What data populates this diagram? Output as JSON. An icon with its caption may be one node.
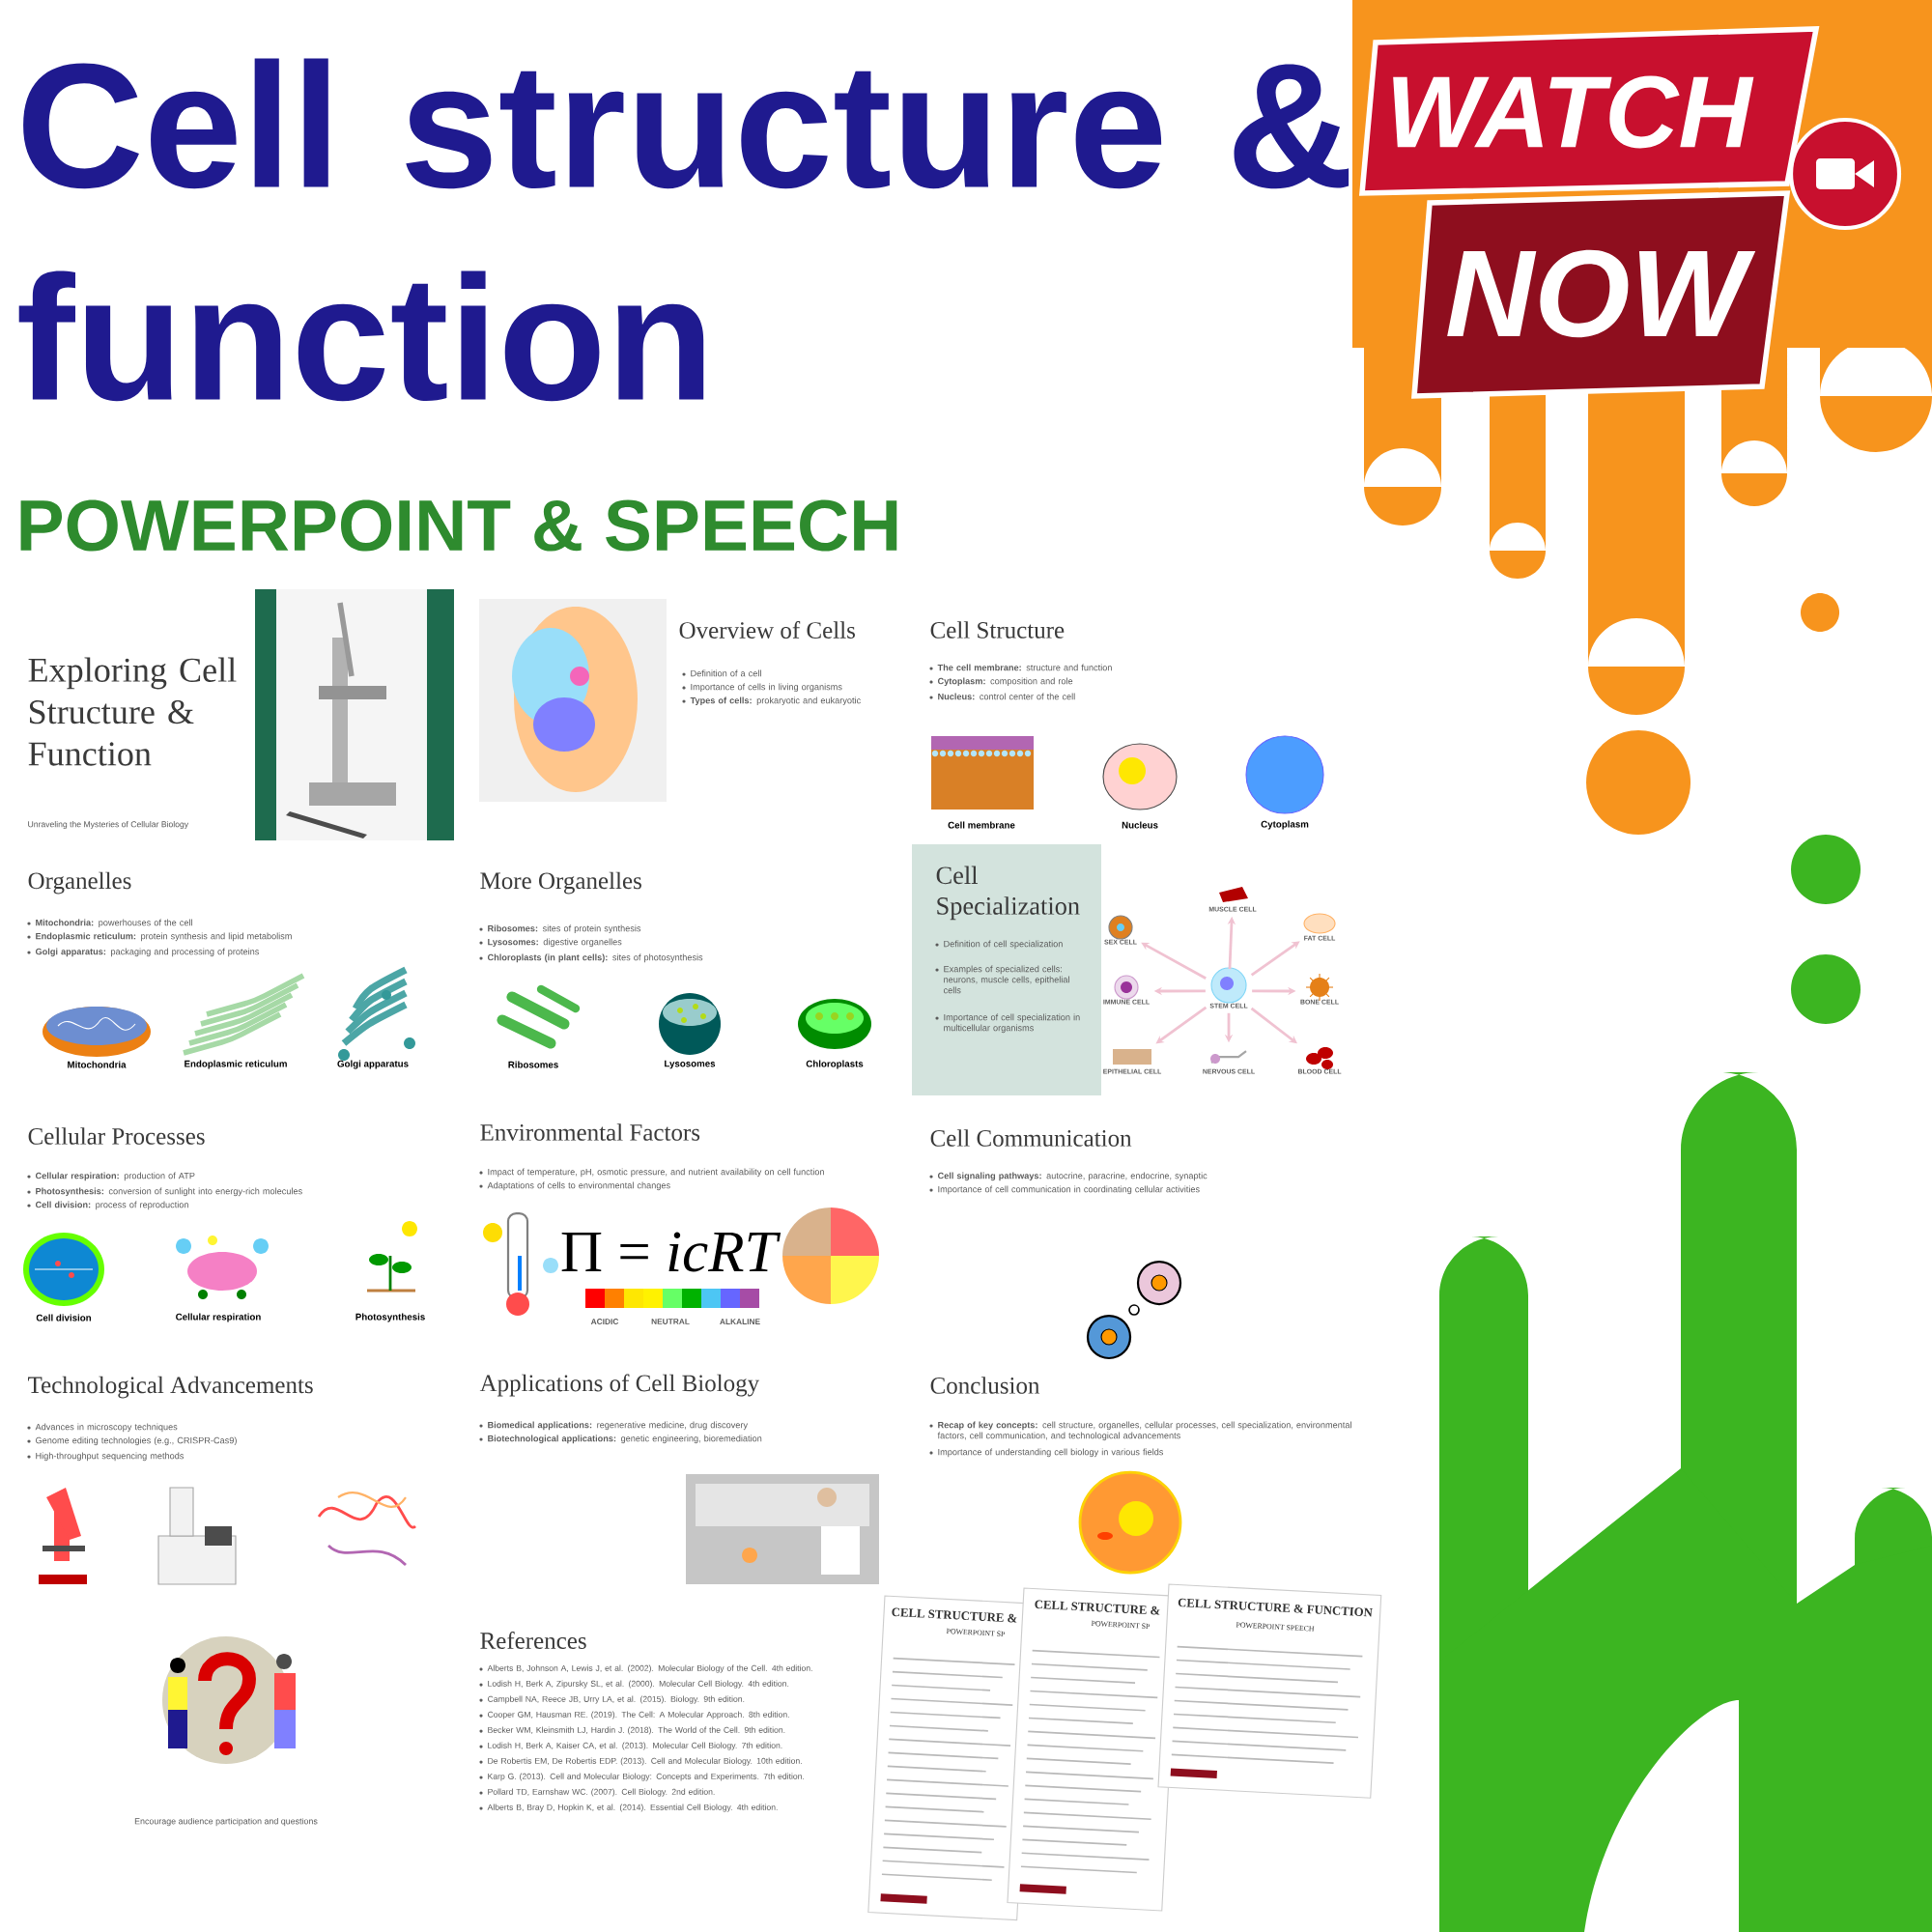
{
  "diagram": {
    "title": "Cell structure & function",
    "nodes": [
      {
        "text": [
          "SEX CELL"
        ]
      },
      {
        "text": [
          "MUSCLE CELL"
        ]
      },
      {
        "text": [
          "FAT CELL"
        ]
      },
      {
        "text": [
          "IMMUNE CELL"
        ]
      },
      {
        "text": [
          "STEM CELL"
        ]
      },
      {
        "text": [
          "BONE CELL"
        ]
      },
      {
        "text": [
          "EPITHELIAL CELL"
        ]
      },
      {
        "text": [
          "NERVOUS CELL"
        ]
      },
      {
        "text": [
          "BLOOD CELL"
        ]
      }
    ],
    "edges": [
      {
        "from": 4,
        "to": 0,
        "arrow": "to"
      },
      {
        "from": 4,
        "to": 1,
        "arrow": "to"
      },
      {
        "from": 4,
        "to": 2,
        "arrow": "to"
      },
      {
        "from": 4,
        "to": 3,
        "arrow": "to"
      },
      {
        "from": 4,
        "to": 5,
        "arrow": "to"
      },
      {
        "from": 4,
        "to": 6,
        "arrow": "to"
      },
      {
        "from": 4,
        "to": 7,
        "arrow": "to"
      },
      {
        "from": 4,
        "to": 8,
        "arrow": "to"
      }
    ],
    "labels": [
      "POWERPOINT & SPEECH",
      "WATCH",
      "NOW",
      "Exploring Cell Structure & Function",
      "Unraveling the Mysteries of Cellular Biology",
      "Overview of Cells",
      "Definition of a cell",
      "Importance of cells in living organisms",
      "**Types of cells:** prokaryotic and eukaryotic",
      "Cell Structure",
      "**The cell membrane:** structure and function",
      "**Cytoplasm:** composition and role",
      "**Nucleus:** control center of the cell",
      "Cell membrane",
      "Nucleus",
      "Cytoplasm",
      "Organelles",
      "**Mitochondria:** powerhouses of the cell",
      "**Endoplasmic reticulum:** protein synthesis and lipid metabolism",
      "**Golgi apparatus:** packaging and processing of proteins",
      "Mitochondria",
      "Endoplasmic reticulum",
      "Golgi apparatus",
      "More Organelles",
      "**Ribosomes:** sites of protein synthesis",
      "**Lysosomes:** digestive organelles",
      "**Chloroplasts (in plant cells):** sites of photosynthesis",
      "Ribosomes",
      "Lysosomes",
      "Chloroplasts",
      "Cell Specialization",
      "Definition of cell specialization",
      "Examples of specialized cells: neurons, muscle cells, epithelial cells",
      "Importance of cell specialization in multicellular organisms",
      "Cellular Processes",
      "**Cellular respiration:** production of ATP",
      "**Photosynthesis:** conversion of sunlight into energy-rich molecules",
      "**Cell division:** process of reproduction",
      "Cell division",
      "Cellular respiration",
      "Photosynthesis",
      "Environmental Factors",
      "Impact of temperature, pH, osmotic pressure, and nutrient availability on cell function",
      "Adaptations of cells to environmental changes",
      "Π = *icRT*",
      "ACIDIC",
      "NEUTRAL",
      "ALKALINE",
      "Cell Communication",
      "**Cell signaling pathways:** autocrine, paracrine, endocrine, synaptic",
      "Importance of cell communication in coordinating cellular activities",
      "Technological Advancements",
      "Advances in microscopy techniques",
      "Genome editing technologies (e.g., CRISPR-Cas9)",
      "High-throughput sequencing methods",
      "Applications of Cell Biology",
      "**Biomedical applications:** regenerative medicine, drug discovery",
      "**Biotechnological applications:** genetic engineering, bioremediation",
      "Conclusion",
      "**Recap of key concepts:** cell structure, organelles, cellular processes, cell specialization, environmental factors, cell communication, and technological advancements",
      "Importance of understanding cell biology in various fields",
      "Encourage audience participation and questions",
      "References",
      "Alberts B, Johnson A, Lewis J, et al. (2002). Molecular Biology of the Cell. 4th edition.",
      "Lodish H, Berk A, Zipursky SL, et al. (2000). Molecular Cell Biology. 4th edition.",
      "Campbell NA, Reece JB, Urry LA, et al. (2015). Biology. 9th edition.",
      "Cooper GM, Hausman RE. (2019). The Cell: A Molecular Approach. 8th edition.",
      "Becker WM, Kleinsmith LJ, Hardin J. (2018). The World of the Cell. 9th edition.",
      "Lodish H, Berk A, Kaiser CA, et al. (2013). Molecular Cell Biology. 7th edition.",
      "De Robertis EM, De Robertis EDP. (2013). Cell and Molecular Biology. 10th edition.",
      "Karp G. (2013). Cell and Molecular Biology: Concepts and Experiments. 7th edition.",
      "Pollard TD, Earnshaw WC. (2007). Cell Biology. 2nd edition.",
      "Alberts B, Bray D, Hopkin K, et al. (2014). Essential Cell Biology. 4th edition.",
      "CELL STRUCTURE &",
      "POWERPOINT SP",
      "CELL STRUCTURE &",
      "POWERPOINT SP",
      "CELL STRUCTURE & FUNCTION",
      "POWERPOINT SPEECH"
    ]
  }
}
